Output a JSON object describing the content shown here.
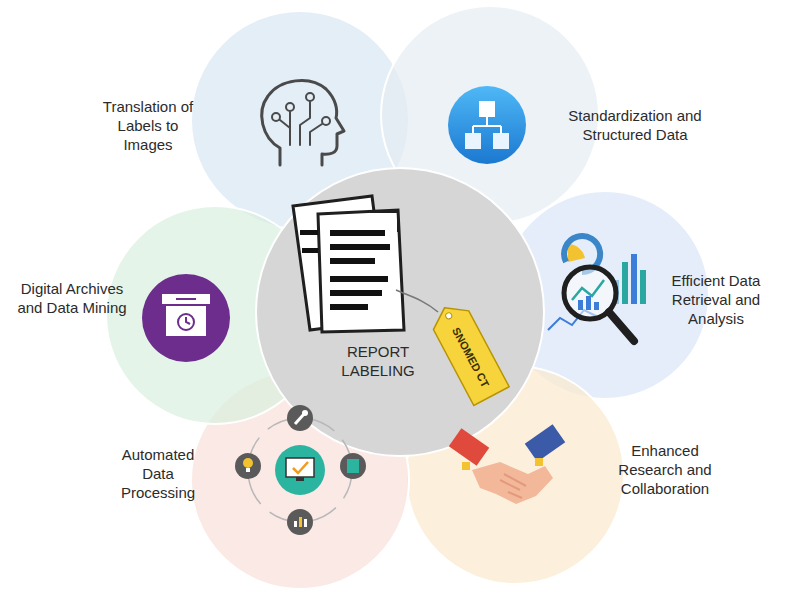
{
  "diagram": {
    "nodes": [
      {
        "text": [
          "Translation of Labels to Images"
        ]
      },
      {
        "text": [
          "Standardization and Structured Data"
        ]
      },
      {
        "text": [
          "Efficient Data Retrieval and Analysis"
        ]
      },
      {
        "text": [
          "Enhanced Research and Collaboration"
        ]
      },
      {
        "text": [
          "Automated Data Processing"
        ]
      },
      {
        "text": [
          "Digital Archives and Data Mining"
        ]
      },
      {
        "text": [
          "REPORT LABELING"
        ]
      },
      {
        "text": [
          "SNOMED CT"
        ],
        "in": 6
      }
    ]
  }
}
